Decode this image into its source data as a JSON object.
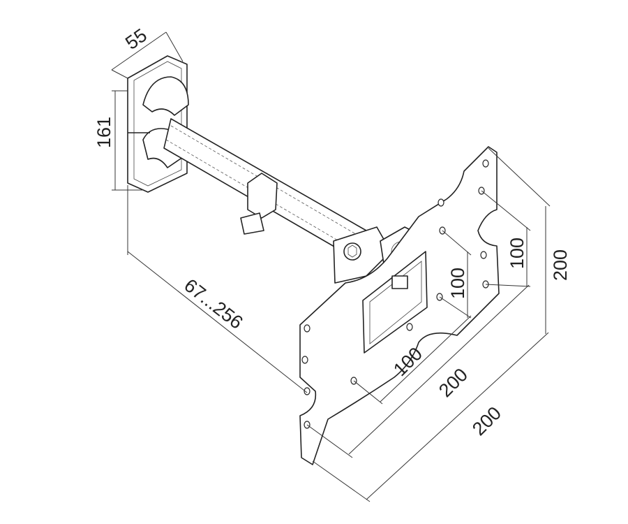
{
  "diagram": {
    "dimensions": {
      "wall_plate_width": "55",
      "wall_plate_height": "161",
      "arm_extension": "67...256",
      "vesa_inner_vertical": "100",
      "vesa_inner_vertical_right": "100",
      "vesa_outer_vertical": "200",
      "vesa_inner_horizontal": "100",
      "vesa_outer_horizontal_inner": "200",
      "vesa_outer_horizontal": "200"
    },
    "colors": {
      "line": "#222222",
      "background": "#ffffff"
    }
  }
}
